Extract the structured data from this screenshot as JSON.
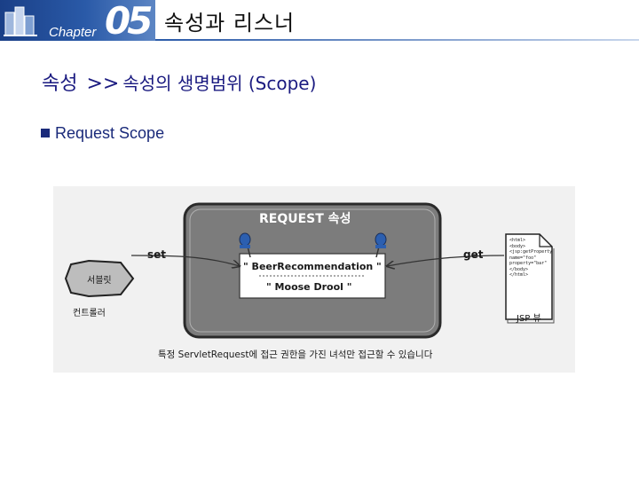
{
  "header": {
    "chapter_word": "Chapter",
    "chapter_number": "05",
    "title": "속성과 리스너"
  },
  "section": {
    "main": "속성",
    "separator": ">>",
    "sub": "속성의 생명범위 (Scope)"
  },
  "bullet": {
    "text": "Request Scope"
  },
  "diagram": {
    "box_title": "REQUEST 속성",
    "set_label": "set",
    "get_label": "get",
    "attr_name": "\" BeerRecommendation \"",
    "attr_value": "\" Moose Drool \"",
    "servlet_label": "서블릿",
    "controller_label": "컨트롤러",
    "jsp_label": "JSP 뷰",
    "jsp_doc_lines": [
      "<html>",
      "<body>",
      "<jsp:getProperty",
      "name=\"foo\"",
      "property=\"bar\"",
      "</body>",
      "</html>"
    ],
    "caption": "특정 ServletRequest에 접근 권한을 가진 녀석만 접근할 수 있습니다"
  },
  "colors": {
    "header_blue": "#1a3f87",
    "section_text": "#1a1a80",
    "pin_blue": "#2c5fb0"
  }
}
